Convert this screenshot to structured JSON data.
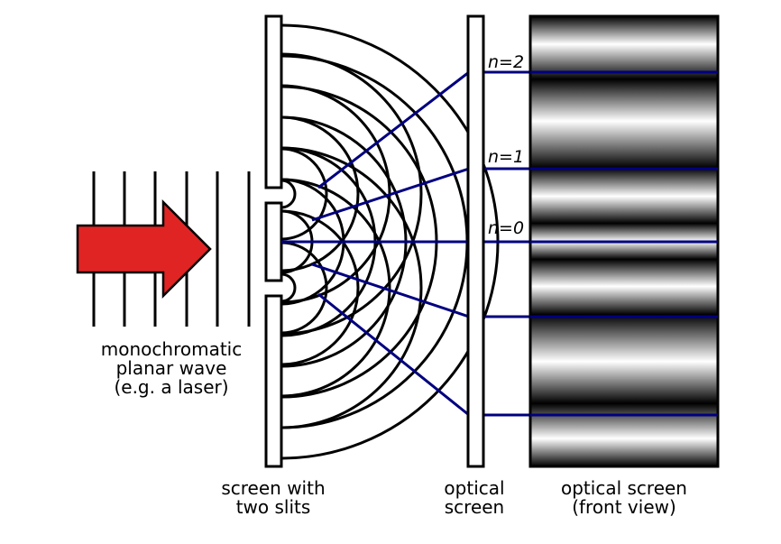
{
  "labels": {
    "source_line1": "monochromatic",
    "source_line2": "planar wave",
    "source_line3": "(e.g. a laser)",
    "slits_line1": "screen with",
    "slits_line2": "two slits",
    "optical_line1": "optical",
    "optical_line2": "screen",
    "front_line1": "optical screen",
    "front_line2": "(front view)"
  },
  "orders": {
    "n2": "n=2",
    "n1": "n=1",
    "n0": "n=0"
  },
  "colors": {
    "arrow_fill": "#e02424",
    "ray_line": "#000080",
    "outline": "#000000"
  }
}
